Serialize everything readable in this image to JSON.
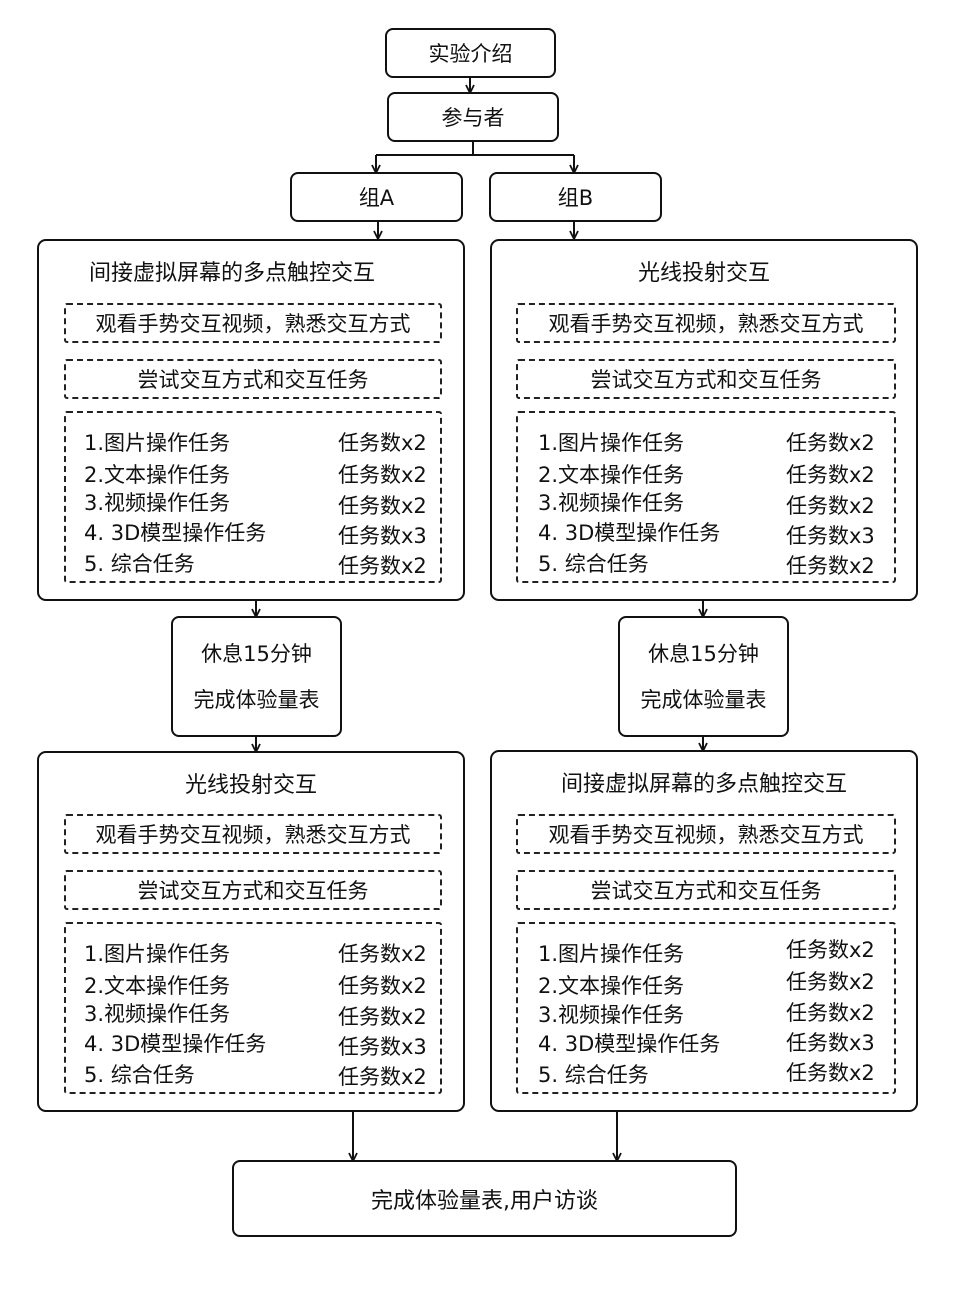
{
  "intro": "实验介绍",
  "participants": "参与者",
  "group_a": "组A",
  "group_b": "组B",
  "session_a1": {
    "title": "间接虚拟屏幕的多点触控交互",
    "watch": "观看手势交互视频，熟悉交互方式",
    "try": "尝试交互方式和交互任务",
    "tasks": [
      {
        "name": "1.图片操作任务",
        "count": "任务数x2"
      },
      {
        "name": "2.文本操作任务",
        "count": "任务数x2"
      },
      {
        "name": "3.视频操作任务",
        "count": "任务数x2"
      },
      {
        "name": "4. 3D模型操作任务",
        "count": "任务数x3"
      },
      {
        "name": "5. 综合任务",
        "count": "任务数x2"
      }
    ]
  },
  "session_b1": {
    "title": "光线投射交互",
    "watch": "观看手势交互视频，熟悉交互方式",
    "try": "尝试交互方式和交互任务",
    "tasks": [
      {
        "name": "1.图片操作任务",
        "count": "任务数x2"
      },
      {
        "name": "2.文本操作任务",
        "count": "任务数x2"
      },
      {
        "name": "3.视频操作任务",
        "count": "任务数x2"
      },
      {
        "name": "4. 3D模型操作任务",
        "count": "任务数x3"
      },
      {
        "name": "5. 综合任务",
        "count": "任务数x2"
      }
    ]
  },
  "rest": {
    "line1": "休息15分钟",
    "line2": "完成体验量表"
  },
  "session_a2": {
    "title": "光线投射交互",
    "watch": "观看手势交互视频，熟悉交互方式",
    "try": "尝试交互方式和交互任务",
    "tasks": [
      {
        "name": "1.图片操作任务",
        "count": "任务数x2"
      },
      {
        "name": "2.文本操作任务",
        "count": "任务数x2"
      },
      {
        "name": "3.视频操作任务",
        "count": "任务数x2"
      },
      {
        "name": "4. 3D模型操作任务",
        "count": "任务数x3"
      },
      {
        "name": "5. 综合任务",
        "count": "任务数x2"
      }
    ]
  },
  "session_b2": {
    "title": "间接虚拟屏幕的多点触控交互",
    "watch": "观看手势交互视频，熟悉交互方式",
    "try": "尝试交互方式和交互任务",
    "tasks": [
      {
        "name": "1.图片操作任务",
        "count": "任务数x2"
      },
      {
        "name": "2.文本操作任务",
        "count": "任务数x2"
      },
      {
        "name": "3.视频操作任务",
        "count": "任务数x2"
      },
      {
        "name": "4. 3D模型操作任务",
        "count": "任务数x3"
      },
      {
        "name": "5. 综合任务",
        "count": "任务数x2"
      }
    ]
  },
  "final": "完成体验量表,用户访谈"
}
